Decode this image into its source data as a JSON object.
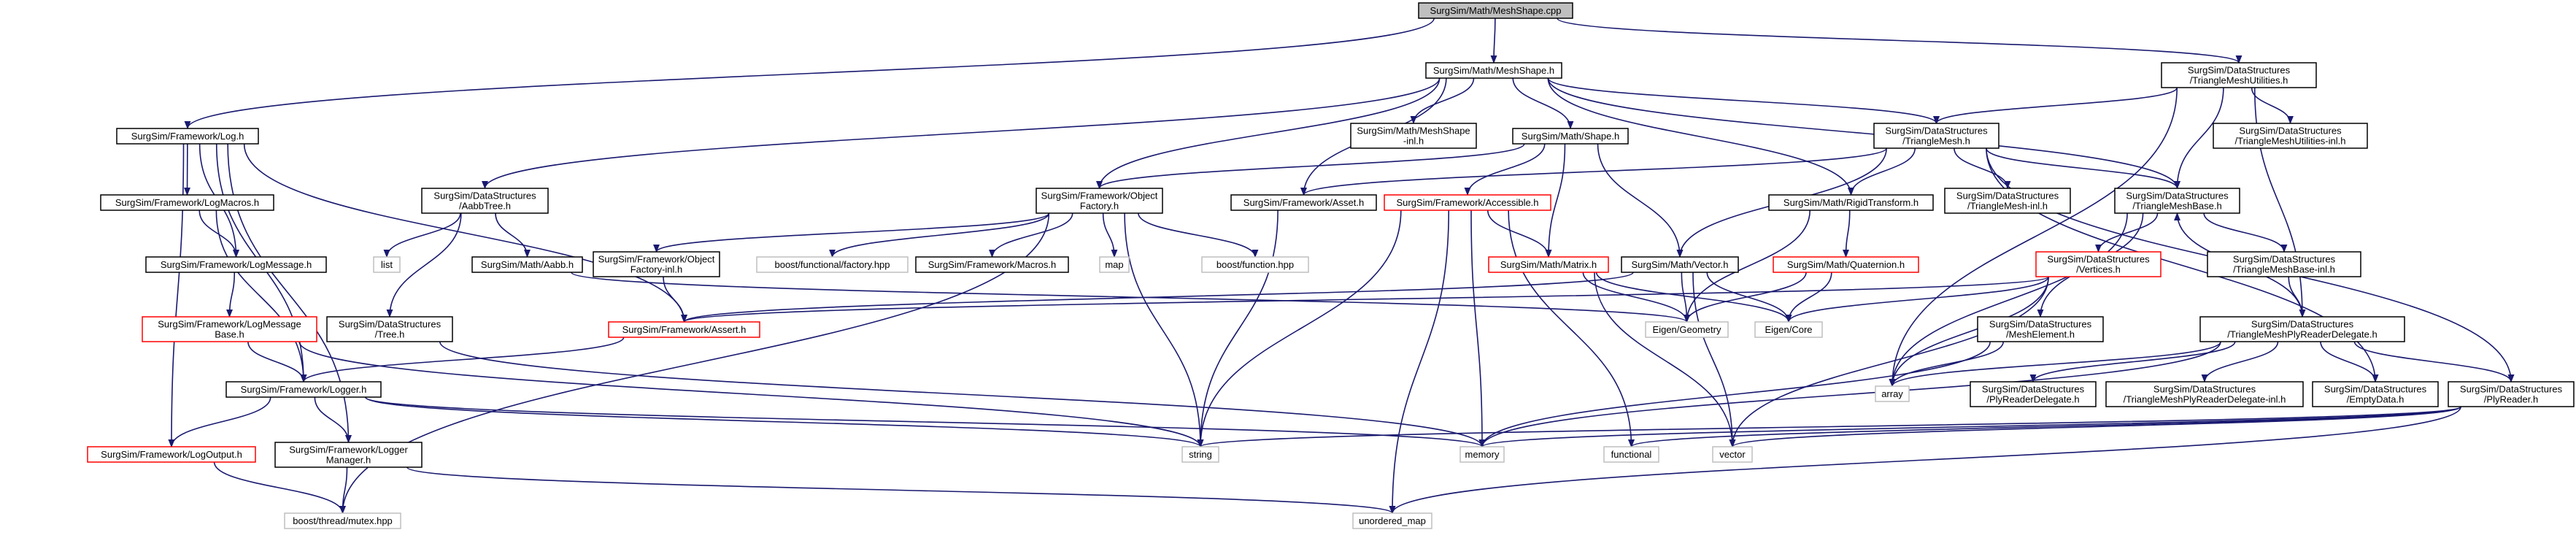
{
  "diagram": {
    "colors": {
      "edge": "#191970",
      "node_border": "#000000",
      "node_border_link": "#bfbfbf",
      "node_border_red": "#ff0000",
      "root_fill": "#bfbfbf",
      "node_fill": "#ffffff"
    },
    "nodes": [
      {
        "id": "root",
        "label": [
          "SurgSim/Math/MeshShape.cpp"
        ],
        "style": "root"
      },
      {
        "id": "meshshape_h",
        "label": [
          "SurgSim/Math/MeshShape.h"
        ],
        "style": "normal"
      },
      {
        "id": "trimeshutil_h",
        "label": [
          "SurgSim/DataStructures",
          "/TriangleMeshUtilities.h"
        ],
        "style": "normal"
      },
      {
        "id": "log_h",
        "label": [
          "SurgSim/Framework/Log.h"
        ],
        "style": "normal"
      },
      {
        "id": "aabbtree_h",
        "label": [
          "SurgSim/DataStructures",
          "/AabbTree.h"
        ],
        "style": "normal"
      },
      {
        "id": "meshshape_inl",
        "label": [
          "SurgSim/Math/MeshShape",
          "-inl.h"
        ],
        "style": "normal"
      },
      {
        "id": "shape_h",
        "label": [
          "SurgSim/Math/Shape.h"
        ],
        "style": "normal"
      },
      {
        "id": "trimesh_h",
        "label": [
          "SurgSim/DataStructures",
          "/TriangleMesh.h"
        ],
        "style": "normal"
      },
      {
        "id": "trimeshutil_inl",
        "label": [
          "SurgSim/DataStructures",
          "/TriangleMeshUtilities-inl.h"
        ],
        "style": "normal"
      },
      {
        "id": "logmacros_h",
        "label": [
          "SurgSim/Framework/LogMacros.h"
        ],
        "style": "normal"
      },
      {
        "id": "objfactory_h",
        "label": [
          "SurgSim/Framework/Object",
          "Factory.h"
        ],
        "style": "normal"
      },
      {
        "id": "asset_h",
        "label": [
          "SurgSim/Framework/Asset.h"
        ],
        "style": "normal"
      },
      {
        "id": "accessible_h",
        "label": [
          "SurgSim/Framework/Accessible.h"
        ],
        "style": "red"
      },
      {
        "id": "rigidtransform_h",
        "label": [
          "SurgSim/Math/RigidTransform.h"
        ],
        "style": "normal"
      },
      {
        "id": "trimeshinl_h",
        "label": [
          "SurgSim/DataStructures",
          "/TriangleMesh-inl.h"
        ],
        "style": "normal"
      },
      {
        "id": "trimeshbase_h",
        "label": [
          "SurgSim/DataStructures",
          "/TriangleMeshBase.h"
        ],
        "style": "normal"
      },
      {
        "id": "logmessage_h",
        "label": [
          "SurgSim/Framework/LogMessage.h"
        ],
        "style": "normal"
      },
      {
        "id": "list",
        "label": [
          "list"
        ],
        "style": "link"
      },
      {
        "id": "aabb_h",
        "label": [
          "SurgSim/Math/Aabb.h"
        ],
        "style": "normal"
      },
      {
        "id": "objfactoryinl_h",
        "label": [
          "SurgSim/Framework/Object",
          "Factory-inl.h"
        ],
        "style": "normal"
      },
      {
        "id": "functional_factory",
        "label": [
          "boost/functional/factory.hpp"
        ],
        "style": "link"
      },
      {
        "id": "macros_h",
        "label": [
          "SurgSim/Framework/Macros.h"
        ],
        "style": "normal"
      },
      {
        "id": "map",
        "label": [
          "map"
        ],
        "style": "link"
      },
      {
        "id": "boost_function",
        "label": [
          "boost/function.hpp"
        ],
        "style": "link"
      },
      {
        "id": "matrix_h",
        "label": [
          "SurgSim/Math/Matrix.h"
        ],
        "style": "red"
      },
      {
        "id": "vector_h",
        "label": [
          "SurgSim/Math/Vector.h"
        ],
        "style": "normal"
      },
      {
        "id": "quaternion_h",
        "label": [
          "SurgSim/Math/Quaternion.h"
        ],
        "style": "red"
      },
      {
        "id": "vertices_h",
        "label": [
          "SurgSim/DataStructures",
          "/Vertices.h"
        ],
        "style": "red"
      },
      {
        "id": "trimeshbaseinl_h",
        "label": [
          "SurgSim/DataStructures",
          "/TriangleMeshBase-inl.h"
        ],
        "style": "normal"
      },
      {
        "id": "logmessagebase_h",
        "label": [
          "SurgSim/Framework/LogMessage",
          "Base.h"
        ],
        "style": "red"
      },
      {
        "id": "tree_h",
        "label": [
          "SurgSim/DataStructures",
          "/Tree.h"
        ],
        "style": "normal"
      },
      {
        "id": "assert_h",
        "label": [
          "SurgSim/Framework/Assert.h"
        ],
        "style": "red"
      },
      {
        "id": "eigen_geometry",
        "label": [
          "Eigen/Geometry"
        ],
        "style": "link"
      },
      {
        "id": "eigen_core",
        "label": [
          "Eigen/Core"
        ],
        "style": "link"
      },
      {
        "id": "meshelement_h",
        "label": [
          "SurgSim/DataStructures",
          "/MeshElement.h"
        ],
        "style": "normal"
      },
      {
        "id": "trimeshplydel_h",
        "label": [
          "SurgSim/DataStructures",
          "/TriangleMeshPlyReaderDelegate.h"
        ],
        "style": "normal"
      },
      {
        "id": "array",
        "label": [
          "array"
        ],
        "style": "link"
      },
      {
        "id": "logger_h",
        "label": [
          "SurgSim/Framework/Logger.h"
        ],
        "style": "normal"
      },
      {
        "id": "plyreaderdel_h",
        "label": [
          "SurgSim/DataStructures",
          "/PlyReaderDelegate.h"
        ],
        "style": "normal"
      },
      {
        "id": "trimeshplydelinl_h",
        "label": [
          "SurgSim/DataStructures",
          "/TriangleMeshPlyReaderDelegate-inl.h"
        ],
        "style": "normal"
      },
      {
        "id": "emptydata_h",
        "label": [
          "SurgSim/DataStructures",
          "/EmptyData.h"
        ],
        "style": "normal"
      },
      {
        "id": "plyreader_h",
        "label": [
          "SurgSim/DataStructures",
          "/PlyReader.h"
        ],
        "style": "normal"
      },
      {
        "id": "logoutput_h",
        "label": [
          "SurgSim/Framework/LogOutput.h"
        ],
        "style": "red"
      },
      {
        "id": "loggermanager_h",
        "label": [
          "SurgSim/Framework/Logger",
          "Manager.h"
        ],
        "style": "normal"
      },
      {
        "id": "string",
        "label": [
          "string"
        ],
        "style": "link"
      },
      {
        "id": "memory",
        "label": [
          "memory"
        ],
        "style": "link"
      },
      {
        "id": "functional",
        "label": [
          "functional"
        ],
        "style": "link"
      },
      {
        "id": "vector",
        "label": [
          "vector"
        ],
        "style": "link"
      },
      {
        "id": "boost_mutex",
        "label": [
          "boost/thread/mutex.hpp"
        ],
        "style": "link"
      },
      {
        "id": "unordered_map",
        "label": [
          "unordered_map"
        ],
        "style": "link"
      }
    ],
    "edges": [
      [
        "root",
        "meshshape_h"
      ],
      [
        "root",
        "trimeshutil_h"
      ],
      [
        "root",
        "log_h"
      ],
      [
        "meshshape_h",
        "aabbtree_h"
      ],
      [
        "meshshape_h",
        "meshshape_inl"
      ],
      [
        "meshshape_h",
        "shape_h"
      ],
      [
        "meshshape_h",
        "trimesh_h"
      ],
      [
        "meshshape_h",
        "objfactory_h"
      ],
      [
        "meshshape_h",
        "asset_h"
      ],
      [
        "meshshape_h",
        "rigidtransform_h"
      ],
      [
        "meshshape_h",
        "trimeshbase_h"
      ],
      [
        "trimeshutil_h",
        "trimesh_h"
      ],
      [
        "trimeshutil_h",
        "trimeshutil_inl"
      ],
      [
        "trimeshutil_h",
        "trimeshbase_h"
      ],
      [
        "trimeshutil_h",
        "trimeshplydel_h"
      ],
      [
        "trimeshutil_h",
        "array"
      ],
      [
        "log_h",
        "logmacros_h"
      ],
      [
        "log_h",
        "logmessage_h"
      ],
      [
        "log_h",
        "assert_h"
      ],
      [
        "log_h",
        "logger_h"
      ],
      [
        "log_h",
        "logoutput_h"
      ],
      [
        "log_h",
        "loggermanager_h"
      ],
      [
        "aabbtree_h",
        "list"
      ],
      [
        "aabbtree_h",
        "aabb_h"
      ],
      [
        "aabbtree_h",
        "tree_h"
      ],
      [
        "shape_h",
        "objfactory_h"
      ],
      [
        "shape_h",
        "accessible_h"
      ],
      [
        "shape_h",
        "matrix_h"
      ],
      [
        "shape_h",
        "vector_h"
      ],
      [
        "trimesh_h",
        "asset_h"
      ],
      [
        "trimesh_h",
        "rigidtransform_h"
      ],
      [
        "trimesh_h",
        "trimeshinl_h"
      ],
      [
        "trimesh_h",
        "trimeshbase_h"
      ],
      [
        "trimesh_h",
        "vector_h"
      ],
      [
        "trimesh_h",
        "emptydata_h"
      ],
      [
        "trimesh_h",
        "plyreader_h"
      ],
      [
        "logmacros_h",
        "logmessage_h"
      ],
      [
        "logmacros_h",
        "logger_h"
      ],
      [
        "objfactory_h",
        "objfactoryinl_h"
      ],
      [
        "objfactory_h",
        "functional_factory"
      ],
      [
        "objfactory_h",
        "macros_h"
      ],
      [
        "objfactory_h",
        "map"
      ],
      [
        "objfactory_h",
        "boost_function"
      ],
      [
        "objfactory_h",
        "string"
      ],
      [
        "objfactory_h",
        "boost_mutex"
      ],
      [
        "asset_h",
        "string"
      ],
      [
        "accessible_h",
        "matrix_h"
      ],
      [
        "accessible_h",
        "functional"
      ],
      [
        "accessible_h",
        "memory"
      ],
      [
        "accessible_h",
        "unordered_map"
      ],
      [
        "accessible_h",
        "string"
      ],
      [
        "rigidtransform_h",
        "quaternion_h"
      ],
      [
        "rigidtransform_h",
        "eigen_geometry"
      ],
      [
        "trimeshbase_h",
        "vertices_h"
      ],
      [
        "trimeshbase_h",
        "meshelement_h"
      ],
      [
        "trimeshbase_h",
        "trimeshbaseinl_h"
      ],
      [
        "trimeshbase_h",
        "array"
      ],
      [
        "logmessage_h",
        "logmessagebase_h"
      ],
      [
        "aabb_h",
        "eigen_geometry"
      ],
      [
        "objfactoryinl_h",
        "assert_h"
      ],
      [
        "matrix_h",
        "eigen_geometry"
      ],
      [
        "matrix_h",
        "eigen_core"
      ],
      [
        "matrix_h",
        "vector"
      ],
      [
        "vector_h",
        "assert_h"
      ],
      [
        "vector_h",
        "eigen_geometry"
      ],
      [
        "vector_h",
        "eigen_core"
      ],
      [
        "vector_h",
        "vector"
      ],
      [
        "quaternion_h",
        "eigen_geometry"
      ],
      [
        "quaternion_h",
        "eigen_core"
      ],
      [
        "vertices_h",
        "assert_h"
      ],
      [
        "vertices_h",
        "eigen_core"
      ],
      [
        "vertices_h",
        "vector"
      ],
      [
        "vertices_h",
        "array"
      ],
      [
        "trimeshbaseinl_h",
        "trimeshplydel_h"
      ],
      [
        "trimeshplydel_h",
        "trimeshbase_h"
      ],
      [
        "trimeshplydel_h",
        "plyreaderdel_h"
      ],
      [
        "trimeshplydel_h",
        "trimeshplydelinl_h"
      ],
      [
        "trimeshplydel_h",
        "emptydata_h"
      ],
      [
        "trimeshplydel_h",
        "plyreader_h"
      ],
      [
        "trimeshplydel_h",
        "array"
      ],
      [
        "trimeshplydel_h",
        "memory"
      ],
      [
        "logmessagebase_h",
        "logger_h"
      ],
      [
        "logmessagebase_h",
        "string"
      ],
      [
        "tree_h",
        "memory"
      ],
      [
        "assert_h",
        "logger_h"
      ],
      [
        "meshelement_h",
        "array"
      ],
      [
        "meshelement_h",
        "memory"
      ],
      [
        "logger_h",
        "logoutput_h"
      ],
      [
        "logger_h",
        "loggermanager_h"
      ],
      [
        "logger_h",
        "string"
      ],
      [
        "logger_h",
        "memory"
      ],
      [
        "plyreader_h",
        "string"
      ],
      [
        "plyreader_h",
        "memory"
      ],
      [
        "plyreader_h",
        "functional"
      ],
      [
        "plyreader_h",
        "vector"
      ],
      [
        "plyreader_h",
        "unordered_map"
      ],
      [
        "logoutput_h",
        "boost_mutex"
      ],
      [
        "loggermanager_h",
        "boost_mutex"
      ],
      [
        "loggermanager_h",
        "unordered_map"
      ]
    ]
  }
}
